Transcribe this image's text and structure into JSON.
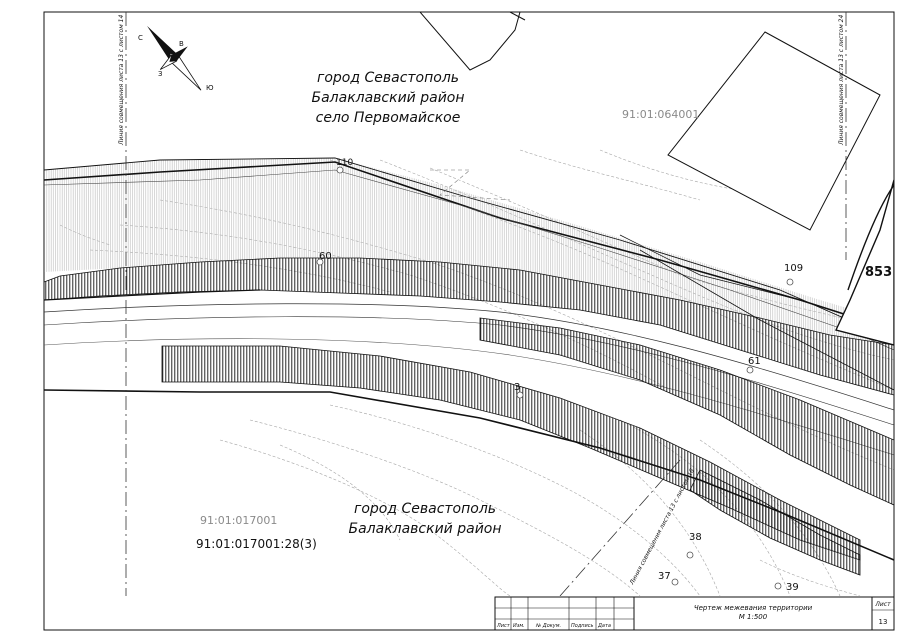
{
  "labels": {
    "city_north": "город Севастополь",
    "district_north": "Балаклавский район",
    "village_north": "село Первомайское",
    "city_south": "город Севастополь",
    "district_south": "Балаклавский район",
    "cadastral_block_north": "91:01:064001",
    "cadastral_block_south": "91:01:017001",
    "parcel_south": "91:01:017001:28(3)",
    "parcel_fragment_east": "853",
    "matchline_left": "Линия совмещения листа 13 с листом 14",
    "matchline_right": "Линия совмещения листа 13 с листом 24",
    "matchline_bottom": "Линия совмещения листа 13 с листом 16"
  },
  "points": {
    "p110": "110",
    "p60": "60",
    "p109": "109",
    "p61": "61",
    "p3": "3",
    "p38": "38",
    "p37": "37",
    "p39": "39"
  },
  "compass": {
    "n": "С",
    "s": "Ю",
    "w": "З",
    "e": "В"
  },
  "title_block": {
    "title": "Чертеж межевания территории",
    "scale": "М 1:500",
    "sheet_label": "Лист",
    "sheet_number": "13",
    "col_izm_sheet": "Лист",
    "col_izm": "Изм.",
    "col_doc": "№ Докум.",
    "col_sign": "Подпись",
    "col_date": "Дата"
  }
}
